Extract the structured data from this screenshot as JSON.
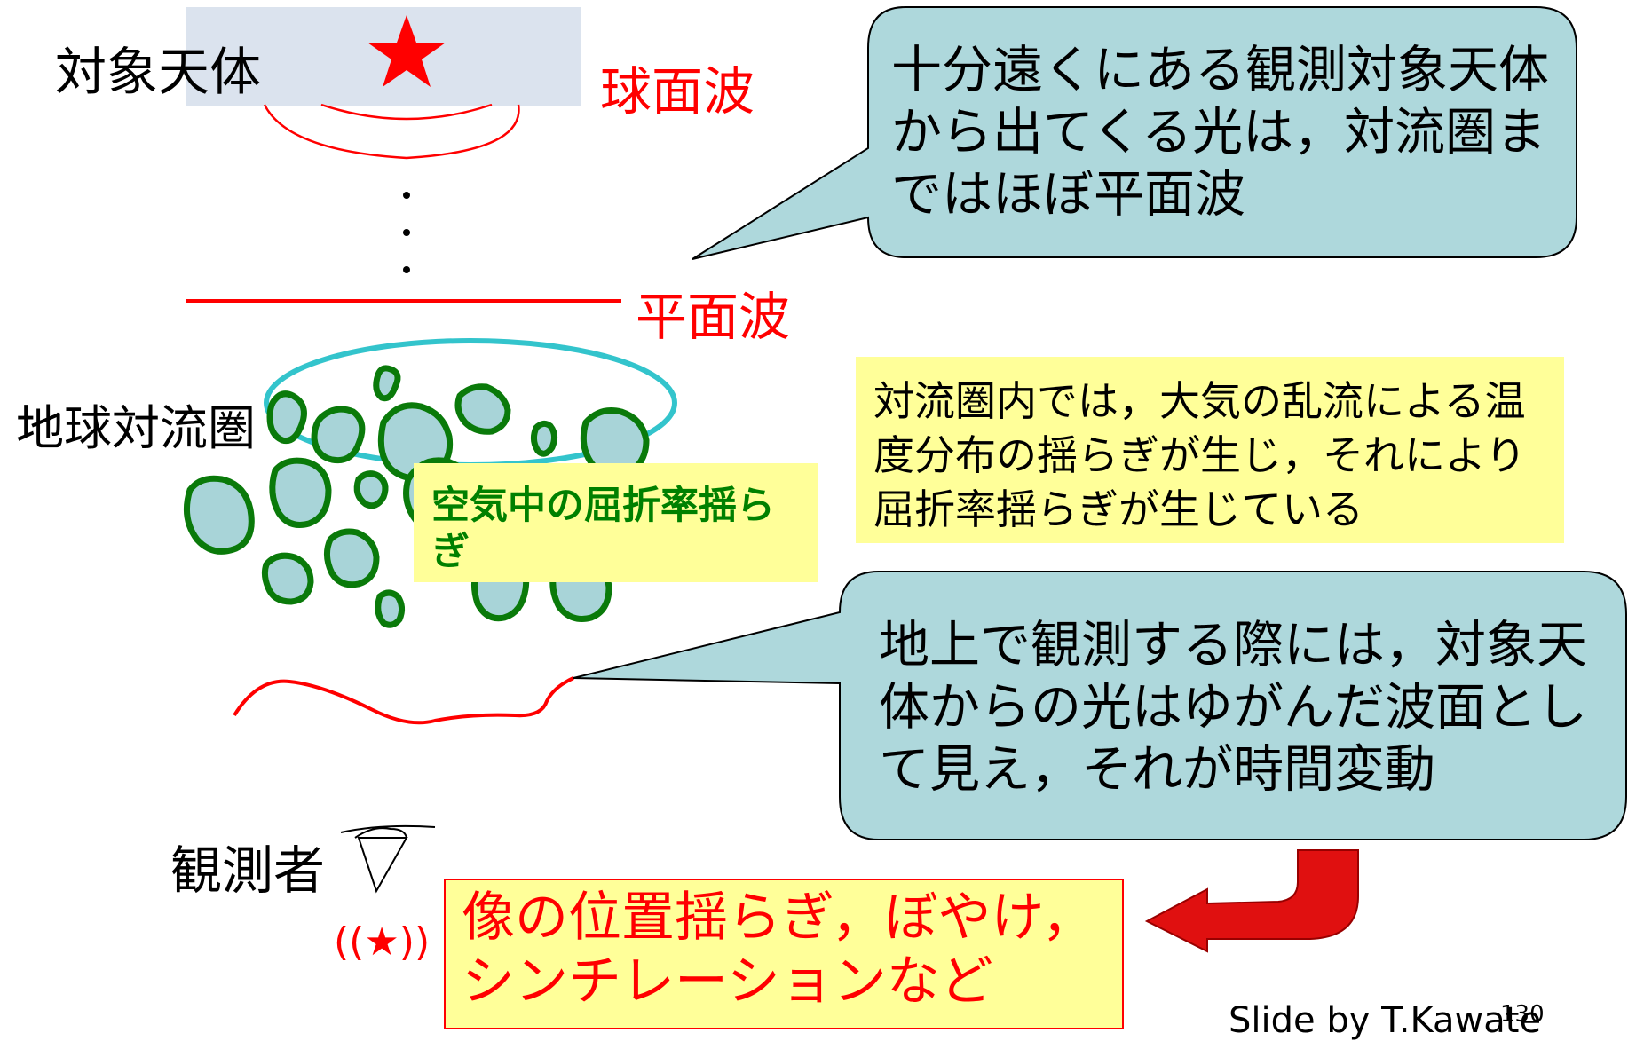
{
  "labels": {
    "object": "対象天体",
    "spherical_wave": "球面波",
    "plane_wave": "平面波",
    "troposphere": "地球対流圏",
    "observer": "観測者",
    "star_symbol": "((★))"
  },
  "callouts": {
    "top": "十分遠くにある観測対象天体から出てくる光は，対流圏まではほぼ平面波",
    "bottom": "地上で観測する際には，対象天体からの光はゆがんだ波面として見え，それが時間変動"
  },
  "notes": {
    "troposphere": "対流圏内では，大気の乱流による温度分布の揺らぎが生じ，それにより屈折率揺らぎが生じている",
    "refraction": "空気中の屈折率揺らぎ",
    "result": "像の位置揺らぎ，ぼやけ，シンチレーションなど"
  },
  "footer": {
    "credit": "Slide by T.Kawate",
    "page": "130"
  },
  "colors": {
    "wave": "#ff0000",
    "ellipse": "#33c4cc",
    "cell_stroke": "#0a7a0a",
    "cell_fill": "#a8d4d8",
    "callout_fill": "#aed8dc",
    "note_fill": "#ffff99",
    "sky_box": "#dbe3ee"
  }
}
